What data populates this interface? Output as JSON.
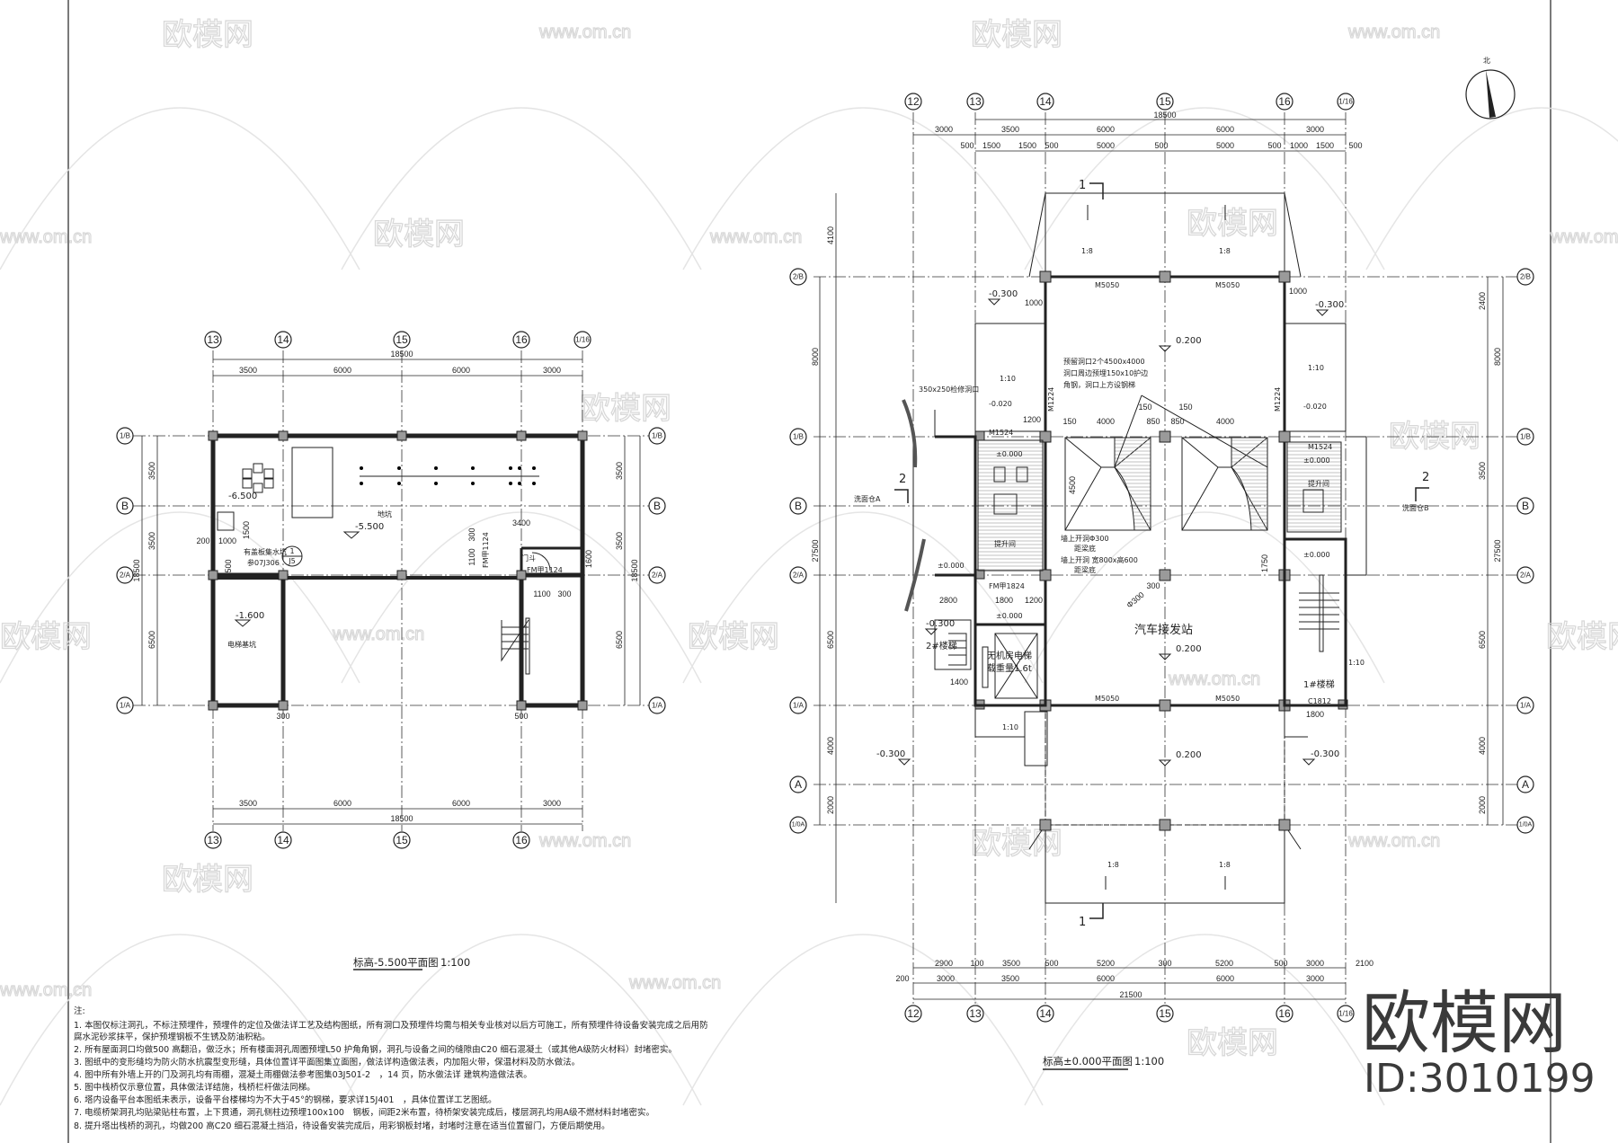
{
  "watermark": {
    "logo": "欧模网",
    "url": "www.om.cn"
  },
  "brand": {
    "name": "欧模网",
    "id": "ID:3010199"
  },
  "north_arrow": {
    "label": "北"
  },
  "left_plan": {
    "title": "标高-5.500平面图",
    "scale": "1:100",
    "axes_cols": [
      "13",
      "14",
      "15",
      "16",
      "1/16"
    ],
    "axes_rows": [
      "1/B",
      "B",
      "2/A",
      "1/A"
    ],
    "dims_top_total": "18500",
    "dims_top": [
      "3500",
      "6000",
      "6000",
      "3000"
    ],
    "dims_bottom": [
      "3500",
      "6000",
      "6000",
      "3000"
    ],
    "dims_bottom_total": "18500",
    "dims_right": [
      "3500",
      "3500",
      "6500"
    ],
    "dims_right_total": "18500",
    "labels": {
      "pit_level": "-6.500",
      "pit": "地坑",
      "floor_level": "-5.500",
      "vestibule_width": "3400",
      "vestibule": "门斗",
      "door1": "FM甲1124",
      "door2": "FM甲1124",
      "elev_level": "-1.600",
      "elev_pit": "电梯基坑",
      "sump": "有盖板集水坑",
      "sump_ref": "参07J306",
      "detail_no": "1",
      "detail_sheet": "J5",
      "d1500": "1500",
      "d1000": "1000",
      "d200": "200",
      "d500": "500",
      "d1100a": "1100",
      "d1100b": "1100",
      "d300a": "300",
      "d1600": "1600",
      "d300b": "300",
      "d500b": "500"
    }
  },
  "right_plan": {
    "title": "标高±0.000平面图",
    "scale": "1:100",
    "axes_cols": [
      "12",
      "13",
      "14",
      "15",
      "16",
      "1/16"
    ],
    "axes_rows": [
      "2/B",
      "1/B",
      "B",
      "2/A",
      "1/A",
      "A",
      "1/0A"
    ],
    "dims_top_total": "18500",
    "dims_top": [
      "3000",
      "3500",
      "6000",
      "6000",
      "3000"
    ],
    "dims_top_detail": [
      "500",
      "1500",
      "1500",
      "500",
      "5000",
      "500",
      "5000",
      "500",
      "1000",
      "1500",
      "500"
    ],
    "dims_bottom_detail": [
      "2900",
      "100",
      "3500",
      "500",
      "5200",
      "300",
      "5200",
      "500",
      "3000",
      "2100"
    ],
    "dims_bottom": [
      "200",
      "3000",
      "3500",
      "6000",
      "6000",
      "3000"
    ],
    "dims_bottom_total": "21500",
    "dims_left": [
      "4100",
      "8000",
      "27500",
      "6500",
      "4000",
      "2000"
    ],
    "dims_right": [
      "2400",
      "8000",
      "3500",
      "27500",
      "6500",
      "4000",
      "2000"
    ],
    "labels": {
      "m5050": "M5050",
      "lvl_020": "0.200",
      "lvl_m300": "-0.300",
      "lvl_m020": "-0.020",
      "lvl_0": "±0.000",
      "slope_10": "1:10",
      "slope_8": "1:8",
      "hall": "汽车接发站",
      "elevator_1": "无机房电梯",
      "elevator_2": "载重量1.6t",
      "stair2": "2#楼梯",
      "stair1": "1#楼梯",
      "door_fm1824": "FM甲1824",
      "door_m1224": "M1224",
      "door_m1524": "M1524",
      "window_c1812": "C1812",
      "lift_room": "提升间",
      "opening_note_1": "预留洞口2个4500x4000",
      "opening_note_2": "洞口周边预埋150x10护边",
      "opening_note_3": "角钢，洞口上方设钢梯",
      "hole_note_1": "墙上开洞Φ300",
      "hole_note_2": "墙上开洞 宽800x高600",
      "beam_bottom": "距梁底",
      "hatch_hole": "350x250检修洞口",
      "room_a": "洗面仓A",
      "room_b": "洗面仓B",
      "d4000": "4000",
      "d4500": "4500",
      "d150": "150",
      "d850": "850",
      "d1000": "1000",
      "d1200": "1200",
      "d2800": "2800",
      "d1800": "1800",
      "d1400": "1400",
      "d1750": "1750",
      "d300": "300",
      "phi300": "Φ300",
      "section_1": "1",
      "section_2": "2"
    }
  },
  "notes": {
    "heading": "注:",
    "items": [
      "1. 本图仅标注洞孔，不标注预埋件，预埋件的定位及做法详工艺及结构图纸，所有洞口及预埋件均需与相关专业核对以后方可施工，所有预埋件待设备安装完成之后用防",
      "   腐水泥砂浆抹平，保护预埋钢板不生锈及防油积粘。",
      "2. 所有屋面洞口均做500 高翻沿，做泛水；所有楼面洞孔周圈预埋L50 护角角钢，洞孔与设备之间的缝隙由C20 细石混凝土（或其他A级防火材料）封堵密实。",
      "3. 图纸中的变形缝均为防火防水抗震型变形缝，具体位置详平面图集立面图，做法详构造做法表，内加阻火带，保温材料及防水做法。",
      "4. 图中所有外墙上开的门及洞孔均有雨棚，混凝土雨棚做法参考图集03J501-2　，14 页，防水做法详 建筑构造做法表。",
      "5. 图中栈桥仅示意位置，具体做法详结施，栈桥栏杆做法同梯。",
      "6. 塔内设备平台本图纸未表示，设备平台楼梯均为不大于45°的钢梯，要求详15J401　，具体位置详工艺图纸。",
      "7. 电缆桥架洞孔均贴梁贴柱布置，上下贯通，洞孔侧柱边预埋100x100　钢板，间距2米布置，待桥架安装完成后，楼层洞孔均用A级不燃材料封堵密实。",
      "8. 提升塔出栈桥的洞孔，均做200 高C20 细石混凝土挡沿，待设备安装完成后，用彩钢板封堵，封堵时注意在适当位置留门，方便后期使用。"
    ]
  }
}
